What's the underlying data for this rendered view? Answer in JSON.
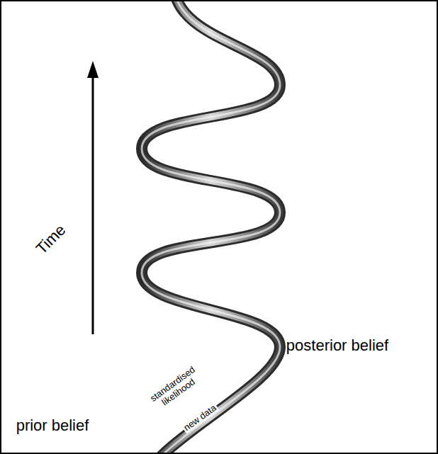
{
  "diagram": {
    "labels": [
      "Time",
      "posterior belief",
      "standardised likelihood",
      "new data",
      "prior belief"
    ]
  }
}
